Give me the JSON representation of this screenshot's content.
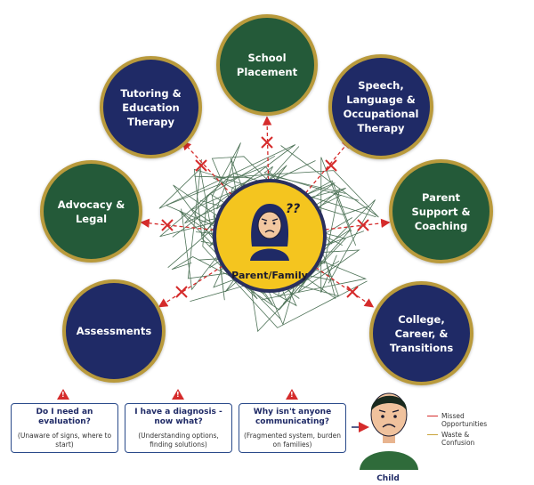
{
  "center": {
    "label": "Parent/Family",
    "question_marks": "??"
  },
  "nodes": [
    {
      "id": "school-placement",
      "label": "School Placement",
      "color": "#245a39"
    },
    {
      "id": "tutoring",
      "label": "Tutoring & Education Therapy",
      "color": "#1f2a66"
    },
    {
      "id": "speech",
      "label": "Speech, Language & Occupational Therapy",
      "color": "#1f2a66"
    },
    {
      "id": "advocacy",
      "label": "Advocacy & Legal",
      "color": "#245a39"
    },
    {
      "id": "parent-support",
      "label": "Parent Support & Coaching",
      "color": "#245a39"
    },
    {
      "id": "assessments",
      "label": "Assessments",
      "color": "#1f2a66"
    },
    {
      "id": "college",
      "label": "College, Career, & Transitions",
      "color": "#1f2a66"
    }
  ],
  "questions": [
    {
      "title": "Do I need an evaluation?",
      "subtitle": "(Unaware of signs, where to start)"
    },
    {
      "title": "I have a diagnosis - now what?",
      "subtitle": "(Understanding options, finding solutions)"
    },
    {
      "title": "Why isn't anyone communicating?",
      "subtitle": "(Fragmented system, burden on families)"
    }
  ],
  "warning_symbol": "!",
  "legend": [
    {
      "label": "Missed Opportunities",
      "color": "#d52b2b"
    },
    {
      "label": "Waste & Confusion",
      "color": "#c9a33a"
    }
  ],
  "child": {
    "label": "Child"
  },
  "colors": {
    "navy": "#1f2a66",
    "green": "#245a39",
    "gold_border": "#b99a3c",
    "center_fill": "#f4c51f",
    "arrow_red": "#d52b2b"
  }
}
